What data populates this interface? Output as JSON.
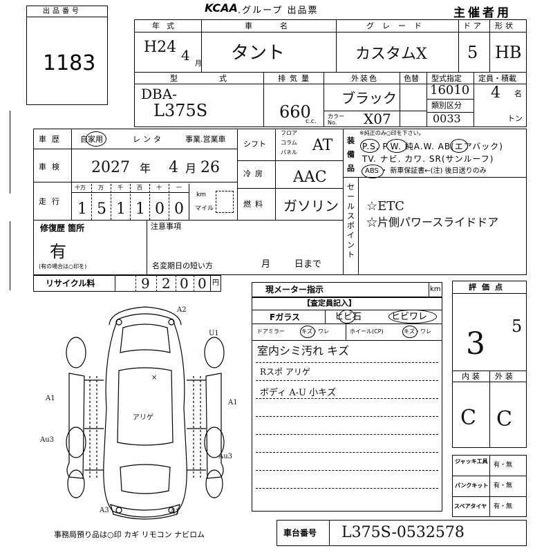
{
  "header": {
    "lot_label": "出品番号",
    "lot_number": "1183",
    "brand": "KCAA",
    "title": ".グループ 出品票",
    "organizer": "主催者用"
  },
  "vehicle": {
    "year_label": "年式",
    "year_value": "H24",
    "month_value": "4",
    "month_unit": "月",
    "name_label": "車名",
    "name_value": "タント",
    "grade_label": "グレード",
    "grade_value": "カスタムX",
    "door_label": "ドア",
    "door_value": "5",
    "shape_label": "形状",
    "shape_value": "HB",
    "type_label": "型式",
    "type_prefix": "DBA-",
    "type_value": "L375S",
    "displacement_label": "排気量",
    "displacement_value": "660",
    "displacement_unit": "c.c.",
    "color_label": "外装色",
    "color_value": "ブラック",
    "color_num_label": "色替",
    "color_no_label": "カラー No.",
    "color_no_value": "X07",
    "model_code_label": "型式指定",
    "model_code_value": "16010",
    "class_label": "類別区分",
    "class_value": "0033",
    "capacity_label": "定員・積載",
    "capacity_value": "4",
    "capacity_unit": "名",
    "load_unit": "トン"
  },
  "history": {
    "label": "車歴",
    "own": "自家用",
    "rental": "レンタ",
    "business": "事業.営業車",
    "inspection_label": "車検",
    "inspection_year": "2027",
    "inspection_year_unit": "年",
    "inspection_month": "4",
    "inspection_month_unit": "月",
    "inspection_day": "26",
    "mileage_label": "走行",
    "mileage_units": [
      "十万",
      "万",
      "千",
      "百",
      "十",
      "一"
    ],
    "mileage_digits": [
      "1",
      "5",
      "1",
      "1",
      "0",
      "0"
    ],
    "km_label": "km",
    "mile_label": "マイル"
  },
  "mechanical": {
    "shift_label": "シフト",
    "floor": "フロア",
    "column": "コラム",
    "panel": "パネル",
    "shift_value": "AT",
    "ac_label": "冷房",
    "ac_value": "AAC",
    "fuel_label": "燃料",
    "fuel_value": "ガソリン"
  },
  "equipment": {
    "label": "装備品",
    "note": "※純正のみ○印を下さい。",
    "line1": "P.S. P.W. 純A.W. AB(エアバック)",
    "line2": "TV. ナビ. カワ. SR(サンルーフ)",
    "line3": "ABS ・ 新車保証書←(注) 後日送りのみ"
  },
  "sales_points": {
    "label": "セールスポイント",
    "line1": "☆ETC",
    "line2": "☆片側パワースライドドア"
  },
  "repair": {
    "label": "修復歴 箇所",
    "value": "有",
    "note": "(有の場合は○印を)",
    "caution_label": "注意事項",
    "short_period_label": "名変期日の短い方",
    "month": "月",
    "day": "日まで"
  },
  "recycle": {
    "label": "リサイクル料",
    "digits": [
      "9",
      "2",
      "0",
      "0"
    ],
    "unit": "円"
  },
  "meter": {
    "label": "現メーター指示",
    "unit": "km"
  },
  "inspector": {
    "title": "【査定員記入】",
    "fglass_label": "Fガラス",
    "fglass_value": "ヒビ石",
    "fglass_extra": "ヒビワレ",
    "mirror_label": "ドアミラー",
    "mirror_value": "キズ・ワレ",
    "wheel_label": "ホイール(CP)",
    "wheel_value": "キズ・ワレ",
    "note1": "室内シミ汚れ キズ",
    "note2": "Rスポ アリゲ",
    "note3": "ボディ A-U 小キズ"
  },
  "score": {
    "label": "評価点",
    "value": "3",
    "sub_value": "5",
    "interior_label": "内装",
    "interior_value": "C",
    "exterior_label": "外装",
    "exterior_value": "C"
  },
  "tools": {
    "jack_label": "ジャッキ工具",
    "jack_value": "有・無",
    "puncture_label": "パンクキット",
    "puncture_value": "有・無",
    "spare_label": "スペアタイヤ",
    "spare_value": "有・無"
  },
  "diagram": {
    "marks": [
      "A2",
      "U1",
      "A1",
      "A1",
      "Au3",
      "Au3",
      "A3",
      "A1",
      "×",
      "アリゲ"
    ]
  },
  "footer": {
    "office_note": "事務局預り品は○印 カギ リモコン ナビロム",
    "chassis_label": "車台番号",
    "chassis_value": "L375S-0532578"
  }
}
